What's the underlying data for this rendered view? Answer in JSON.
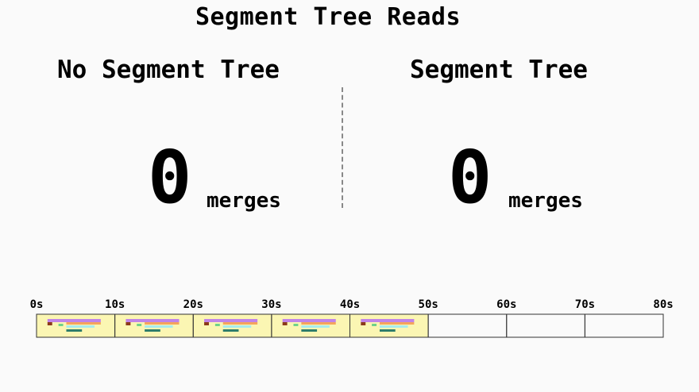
{
  "title": "Segment Tree Reads",
  "panels": {
    "left": {
      "heading": "No Segment Tree",
      "count": "0",
      "unit": "merges"
    },
    "right": {
      "heading": "Segment Tree",
      "count": "0",
      "unit": "merges"
    }
  },
  "timeline": {
    "ticks": [
      "0s",
      "10s",
      "20s",
      "30s",
      "40s",
      "50s",
      "60s",
      "70s",
      "80s"
    ],
    "max_seconds": 80,
    "elapsed_seconds": 50,
    "colors": {
      "elapsed_fill": "#fbf6b3",
      "segment_border": "#333333",
      "bar_palette": [
        "#c084e8",
        "#f4a55c",
        "#6fd28a",
        "#2e7d6b",
        "#a8ecec",
        "#8b3a1a"
      ]
    }
  }
}
